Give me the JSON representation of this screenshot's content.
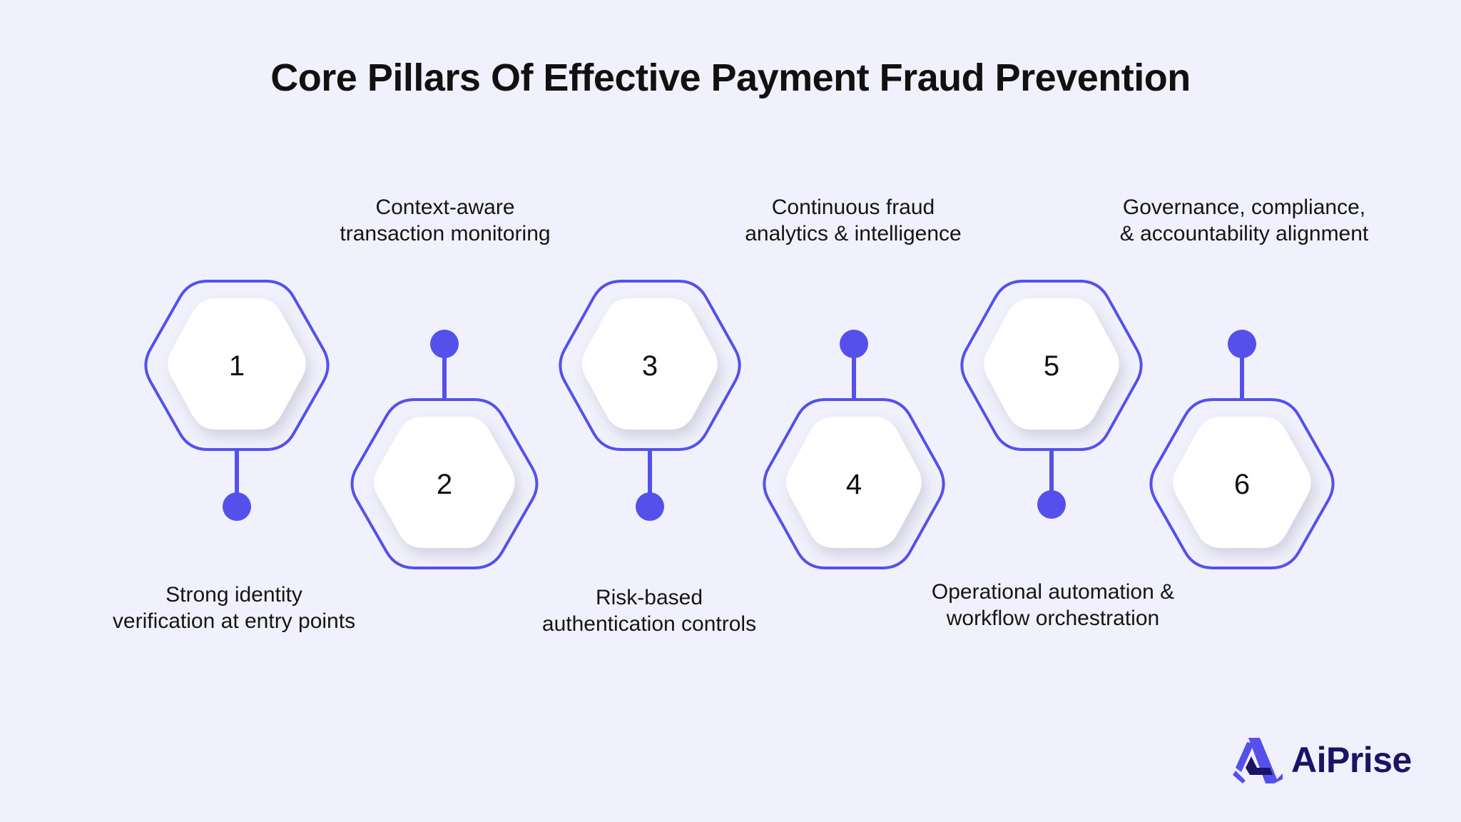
{
  "title": "Core Pillars Of Effective Payment Fraud Prevention",
  "pillars": [
    {
      "number": "1",
      "line1": "Strong identity",
      "line2": "verification at entry points"
    },
    {
      "number": "2",
      "line1": "Context-aware",
      "line2": "transaction monitoring"
    },
    {
      "number": "3",
      "line1": "Risk-based",
      "line2": "authentication controls"
    },
    {
      "number": "4",
      "line1": "Continuous fraud",
      "line2": "analytics & intelligence"
    },
    {
      "number": "5",
      "line1": "Operational automation &",
      "line2": "workflow orchestration"
    },
    {
      "number": "6",
      "line1": "Governance, compliance,",
      "line2": "& accountability alignment"
    }
  ],
  "brand": {
    "name": "AiPrise",
    "icon": "aiprise-logo-icon"
  },
  "colors": {
    "background": "#f1f1fd",
    "accent": "#5550ec",
    "hex_fill": "#ffffff",
    "brand_text": "#1a1466"
  }
}
